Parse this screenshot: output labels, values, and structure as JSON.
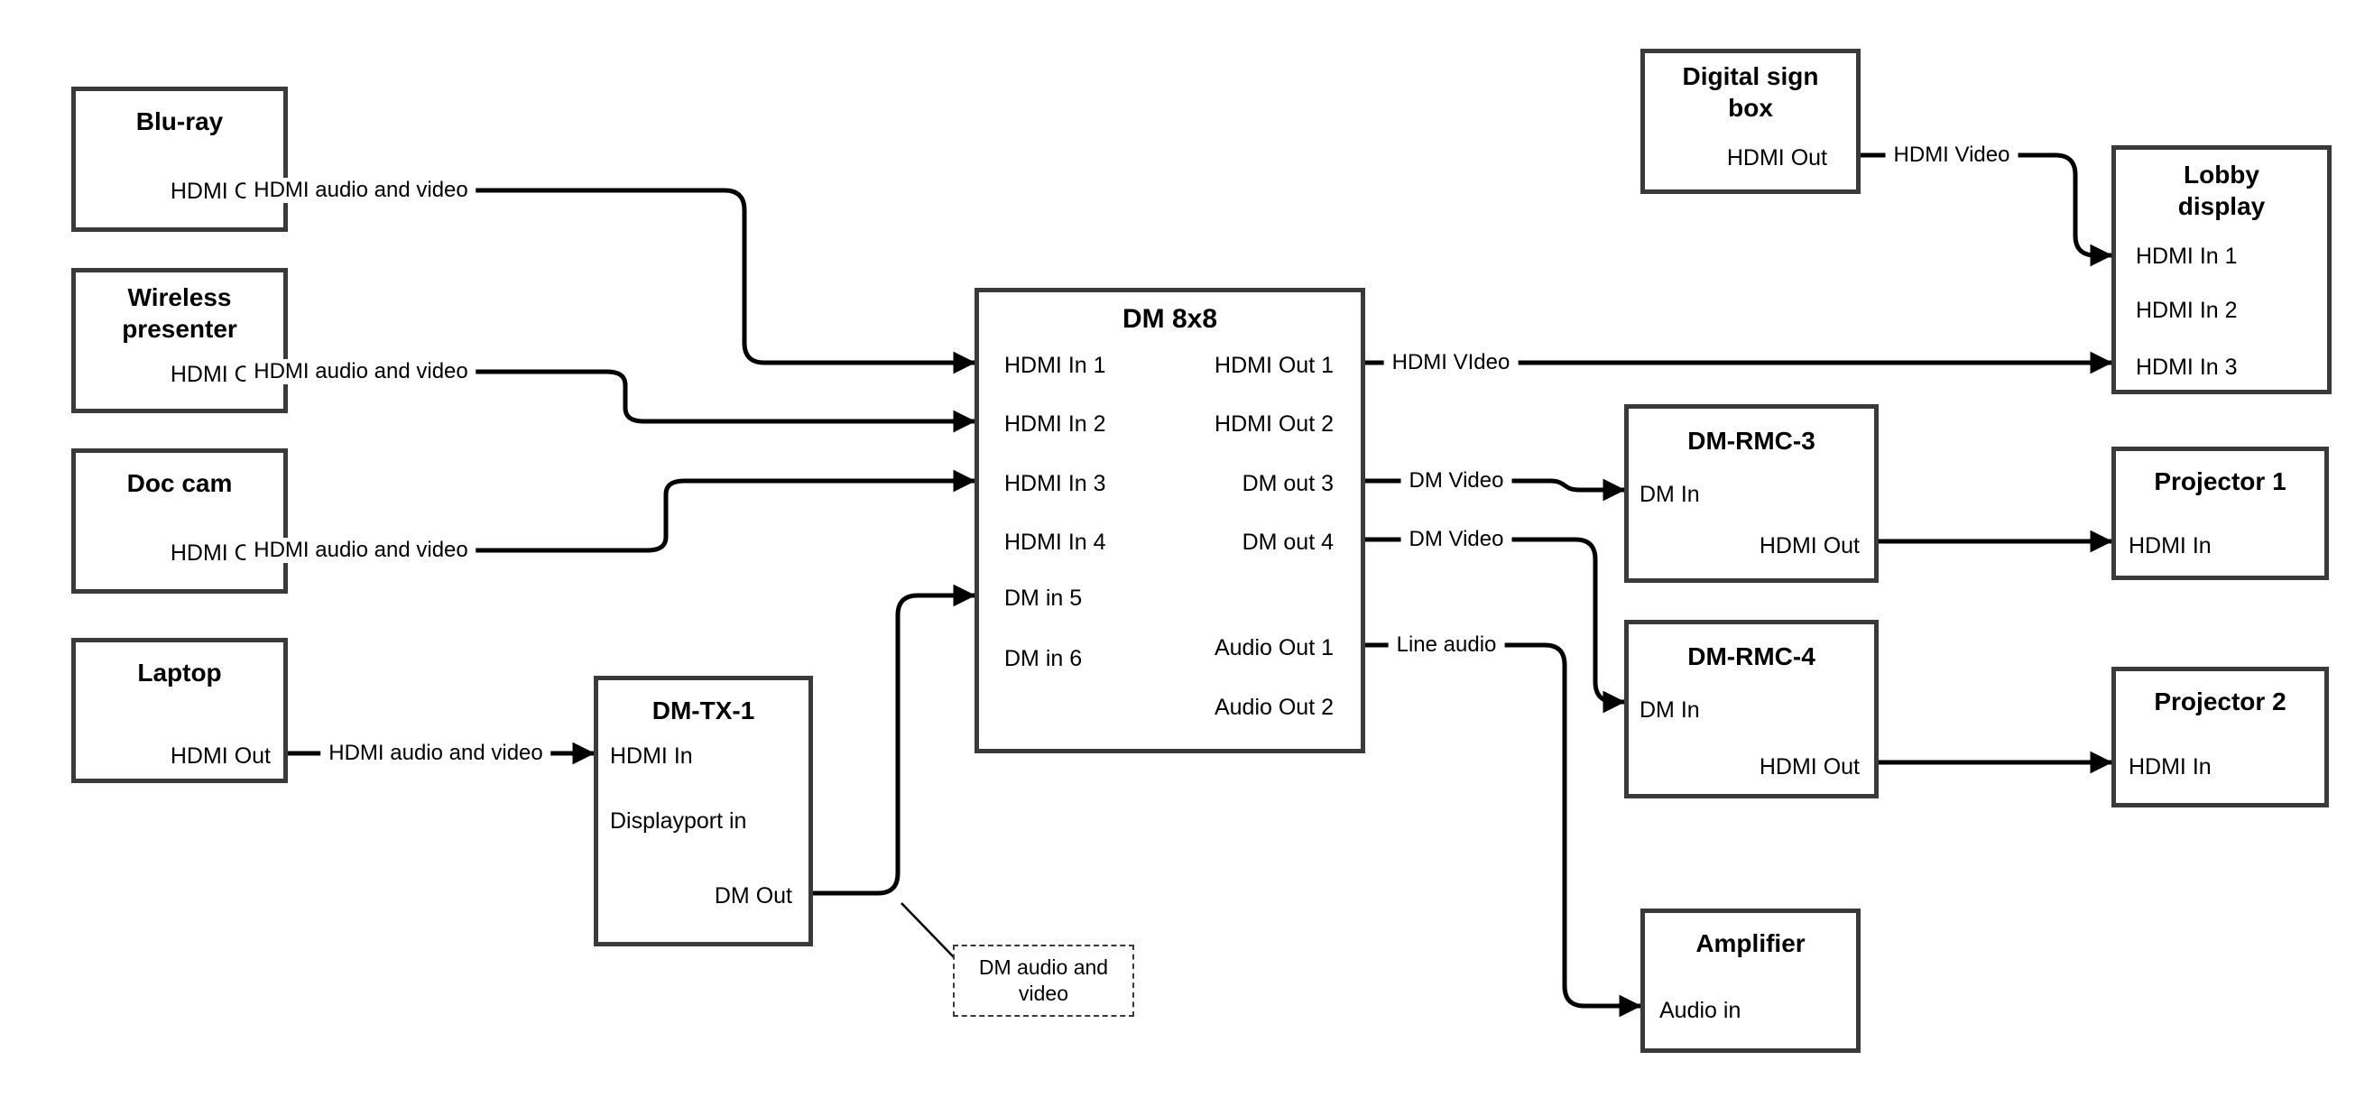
{
  "diagram": {
    "colors": {
      "line": "#000000",
      "box_border": "#3a3a3a",
      "background": "#ffffff",
      "text": "#000000"
    },
    "nodes": {
      "bluray": {
        "title": "Blu-ray",
        "ports": {
          "hdmi_out": "HDMI Out"
        }
      },
      "wireless": {
        "title": "Wireless presenter",
        "ports": {
          "hdmi_out": "HDMI Out"
        }
      },
      "doccam": {
        "title": "Doc cam",
        "ports": {
          "hdmi_out": "HDMI Out"
        }
      },
      "laptop": {
        "title": "Laptop",
        "ports": {
          "hdmi_out": "HDMI Out"
        }
      },
      "dmtx1": {
        "title": "DM-TX-1",
        "ports": {
          "hdmi_in": "HDMI In",
          "displayport_in": "Displayport in",
          "dm_out": "DM Out"
        }
      },
      "dm8x8": {
        "title": "DM 8x8",
        "ports": {
          "hdmi_in_1": "HDMI In 1",
          "hdmi_in_2": "HDMI In 2",
          "hdmi_in_3": "HDMI In 3",
          "hdmi_in_4": "HDMI In 4",
          "dm_in_5": "DM in 5",
          "dm_in_6": "DM in 6",
          "hdmi_out_1": "HDMI Out 1",
          "hdmi_out_2": "HDMI Out 2",
          "dm_out_3": "DM out 3",
          "dm_out_4": "DM out 4",
          "audio_out_1": "Audio Out 1",
          "audio_out_2": "Audio Out 2"
        }
      },
      "digital_sign": {
        "title": "Digital sign box",
        "ports": {
          "hdmi_out": "HDMI Out"
        }
      },
      "lobby": {
        "title": "Lobby display",
        "ports": {
          "hdmi_in_1": "HDMI In 1",
          "hdmi_in_2": "HDMI In 2",
          "hdmi_in_3": "HDMI In 3"
        }
      },
      "dmrmc3": {
        "title": "DM-RMC-3",
        "ports": {
          "dm_in": "DM In",
          "hdmi_out": "HDMI Out"
        }
      },
      "proj1": {
        "title": "Projector 1",
        "ports": {
          "hdmi_in": "HDMI In"
        }
      },
      "dmrmc4": {
        "title": "DM-RMC-4",
        "ports": {
          "dm_in": "DM In",
          "hdmi_out": "HDMI Out"
        }
      },
      "proj2": {
        "title": "Projector 2",
        "ports": {
          "hdmi_in": "HDMI In"
        }
      },
      "amplifier": {
        "title": "Amplifier",
        "ports": {
          "audio_in": "Audio in"
        }
      }
    },
    "connections": [
      {
        "from": "Blu-ray HDMI Out",
        "to": "DM 8x8 HDMI In 1",
        "label": "HDMI audio and video"
      },
      {
        "from": "Wireless presenter HDMI Out",
        "to": "DM 8x8 HDMI In 2",
        "label": "HDMI audio and video"
      },
      {
        "from": "Doc cam HDMI Out",
        "to": "DM 8x8 HDMI In 3",
        "label": "HDMI audio and video"
      },
      {
        "from": "Laptop HDMI Out",
        "to": "DM-TX-1 HDMI In",
        "label": "HDMI audio and video"
      },
      {
        "from": "DM-TX-1 DM Out",
        "to": "DM 8x8 DM in 5",
        "label": ""
      },
      {
        "from": "DM 8x8 HDMI Out 1",
        "to": "Lobby display HDMI In 3",
        "label": "HDMI VIdeo"
      },
      {
        "from": "Digital sign box HDMI Out",
        "to": "Lobby display HDMI In 1",
        "label": "HDMI Video"
      },
      {
        "from": "DM 8x8 DM out 3",
        "to": "DM-RMC-3 DM In",
        "label": "DM Video"
      },
      {
        "from": "DM 8x8 DM out 4",
        "to": "DM-RMC-4 DM In",
        "label": "DM Video"
      },
      {
        "from": "DM 8x8 Audio Out 1",
        "to": "Amplifier Audio in",
        "label": "Line audio"
      },
      {
        "from": "DM-RMC-3 HDMI Out",
        "to": "Projector 1 HDMI In",
        "label": ""
      },
      {
        "from": "DM-RMC-4 HDMI Out",
        "to": "Projector 2 HDMI In",
        "label": ""
      }
    ],
    "note": {
      "text": "DM audio and video"
    }
  }
}
